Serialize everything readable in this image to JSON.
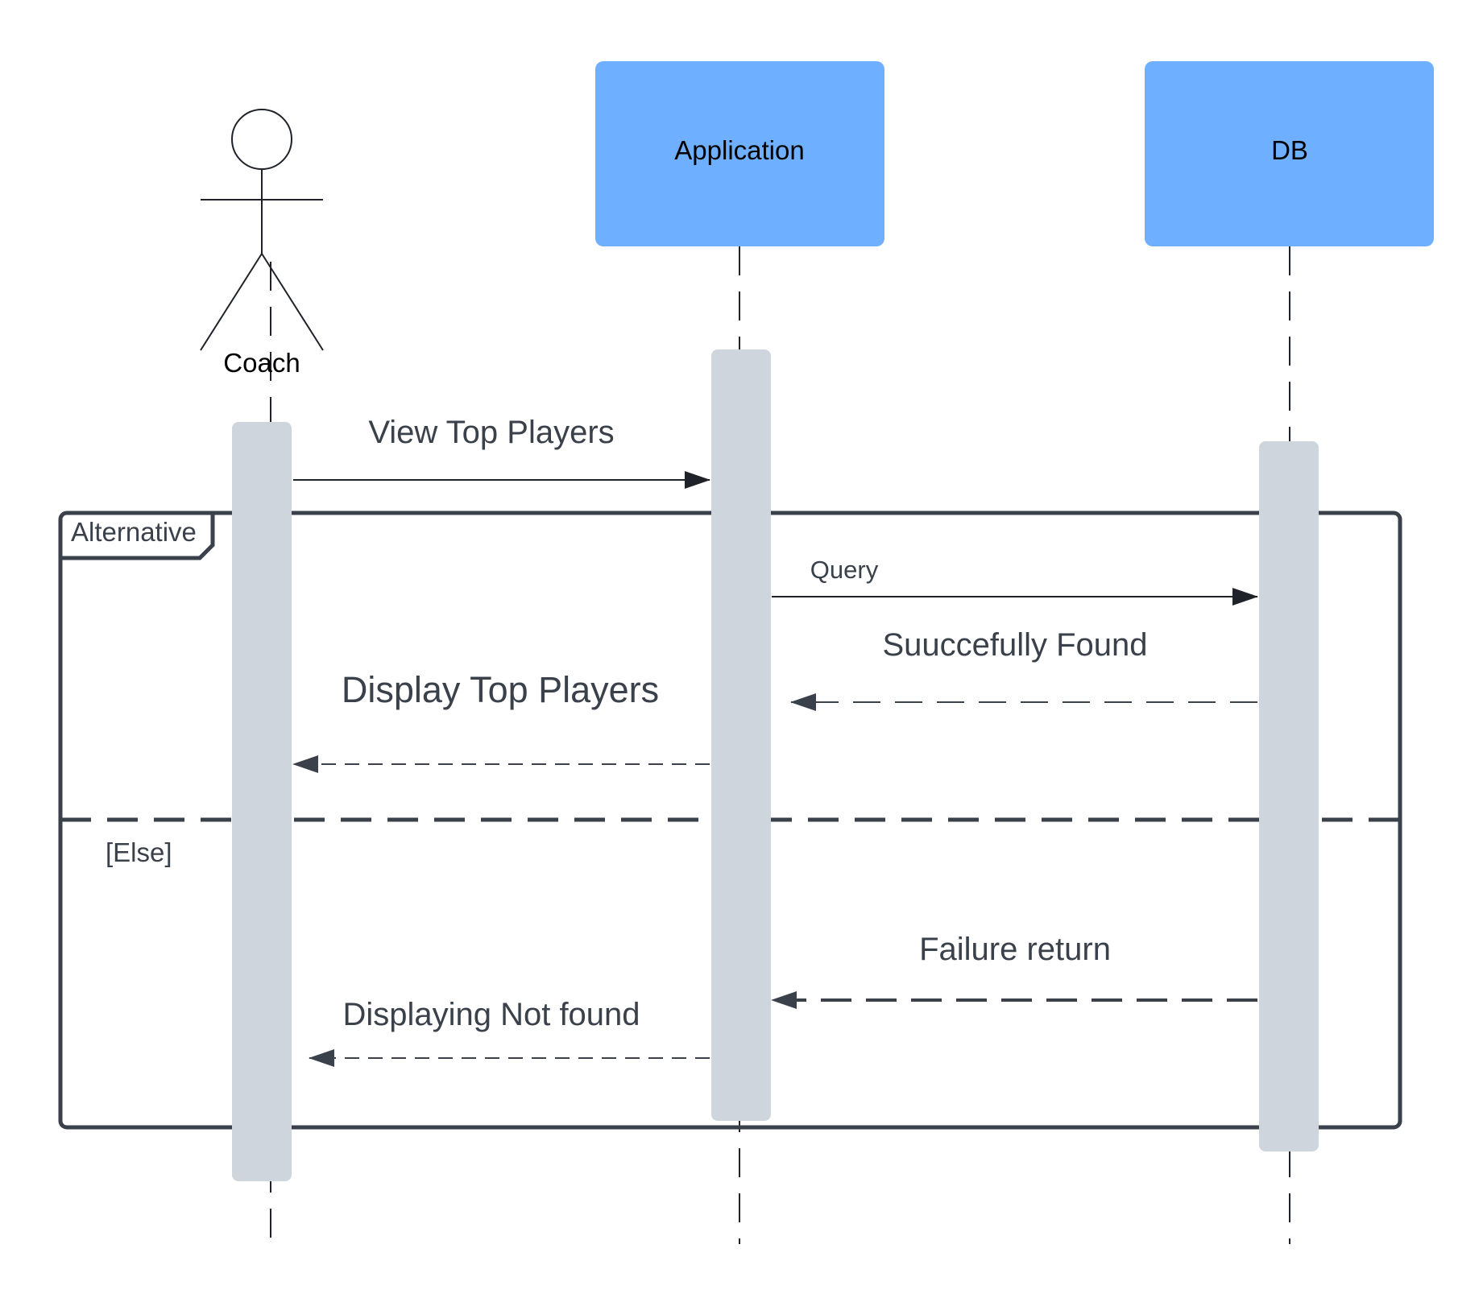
{
  "colors": {
    "participant_fill": "#6eb0ff",
    "activation_fill": "#cfd5dd",
    "frame_stroke": "#3a414a",
    "line_dark": "#1f2329",
    "arrow_dark": "#3a414a"
  },
  "actors": {
    "coach": "Coach",
    "application": "Application",
    "db": "DB"
  },
  "frame": {
    "type_label": "Alternative",
    "else_guard": "[Else]"
  },
  "messages": {
    "view_top_players": "View Top Players",
    "query": "Query",
    "succefully_found": "Suuccefully Found",
    "display_top_players": "Display Top Players",
    "failure_return": "Failure return",
    "displaying_not_found": "Displaying Not found"
  }
}
